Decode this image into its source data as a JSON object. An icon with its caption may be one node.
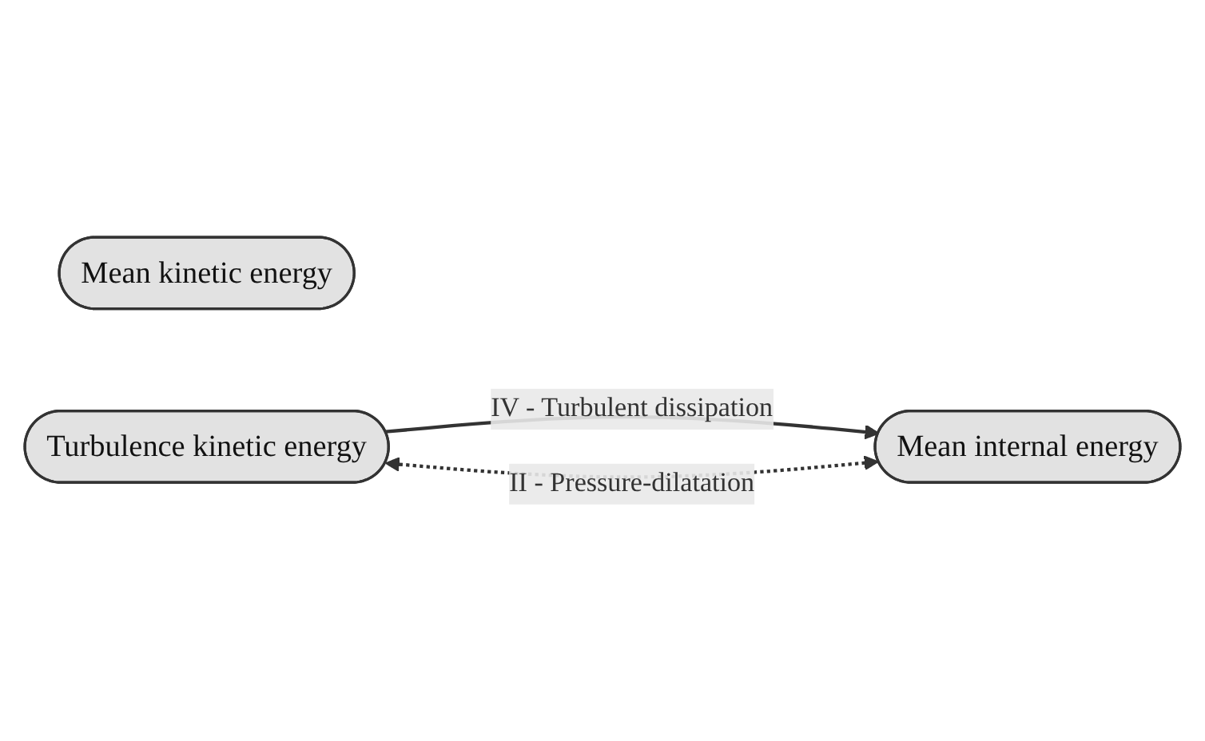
{
  "diagram": {
    "nodes": [
      {
        "text": [
          "Mean kinetic energy"
        ]
      },
      {
        "text": [
          "Turbulence kinetic energy"
        ]
      },
      {
        "text": [
          "Mean internal energy"
        ]
      }
    ],
    "edges": [
      {
        "from": 2,
        "to": 1,
        "arrow": "both",
        "label": "II - Pressure-dilatation",
        "style": "dashed"
      },
      {
        "from": 1,
        "to": 2,
        "arrow": "to",
        "label": "IV - Turbulent dissipation"
      }
    ]
  }
}
